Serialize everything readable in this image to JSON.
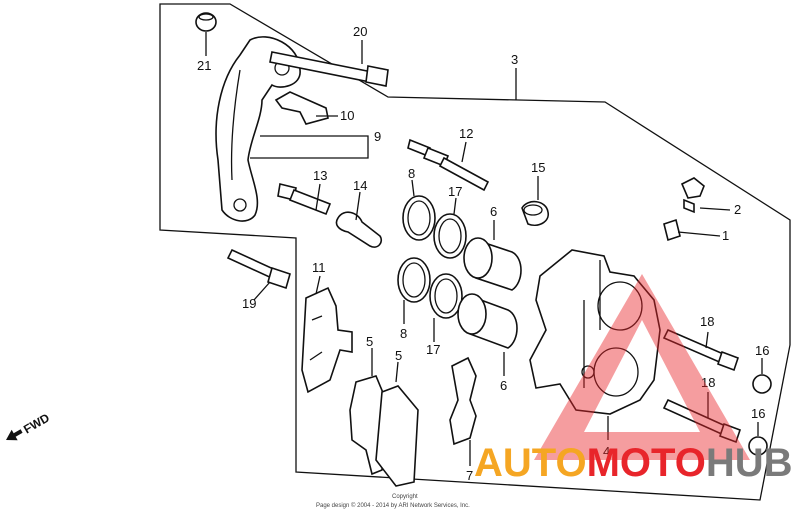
{
  "callouts": {
    "p1": "1",
    "p2": "2",
    "p3": "3",
    "p4": "4",
    "p5a": "5",
    "p5b": "5",
    "p6a": "6",
    "p6b": "6",
    "p7": "7",
    "p8a": "8",
    "p8b": "8",
    "p9": "9",
    "p10": "10",
    "p11": "11",
    "p12": "12",
    "p13": "13",
    "p14": "14",
    "p15": "15",
    "p16a": "16",
    "p16b": "16",
    "p17a": "17",
    "p17b": "17",
    "p18a": "18",
    "p18b": "18",
    "p19": "19",
    "p20": "20",
    "p21": "21"
  },
  "direction_label": "FWD",
  "copyright": {
    "line1": "Copyright",
    "line2": "Page design © 2004 - 2014 by ARI Network Services, Inc."
  },
  "watermark": {
    "part1": "AUTO",
    "part2": "MOTO",
    "part3": "HUB",
    "color_orange": "#f5a623",
    "color_red": "#e8252b",
    "color_gray": "#7a7a7a"
  }
}
